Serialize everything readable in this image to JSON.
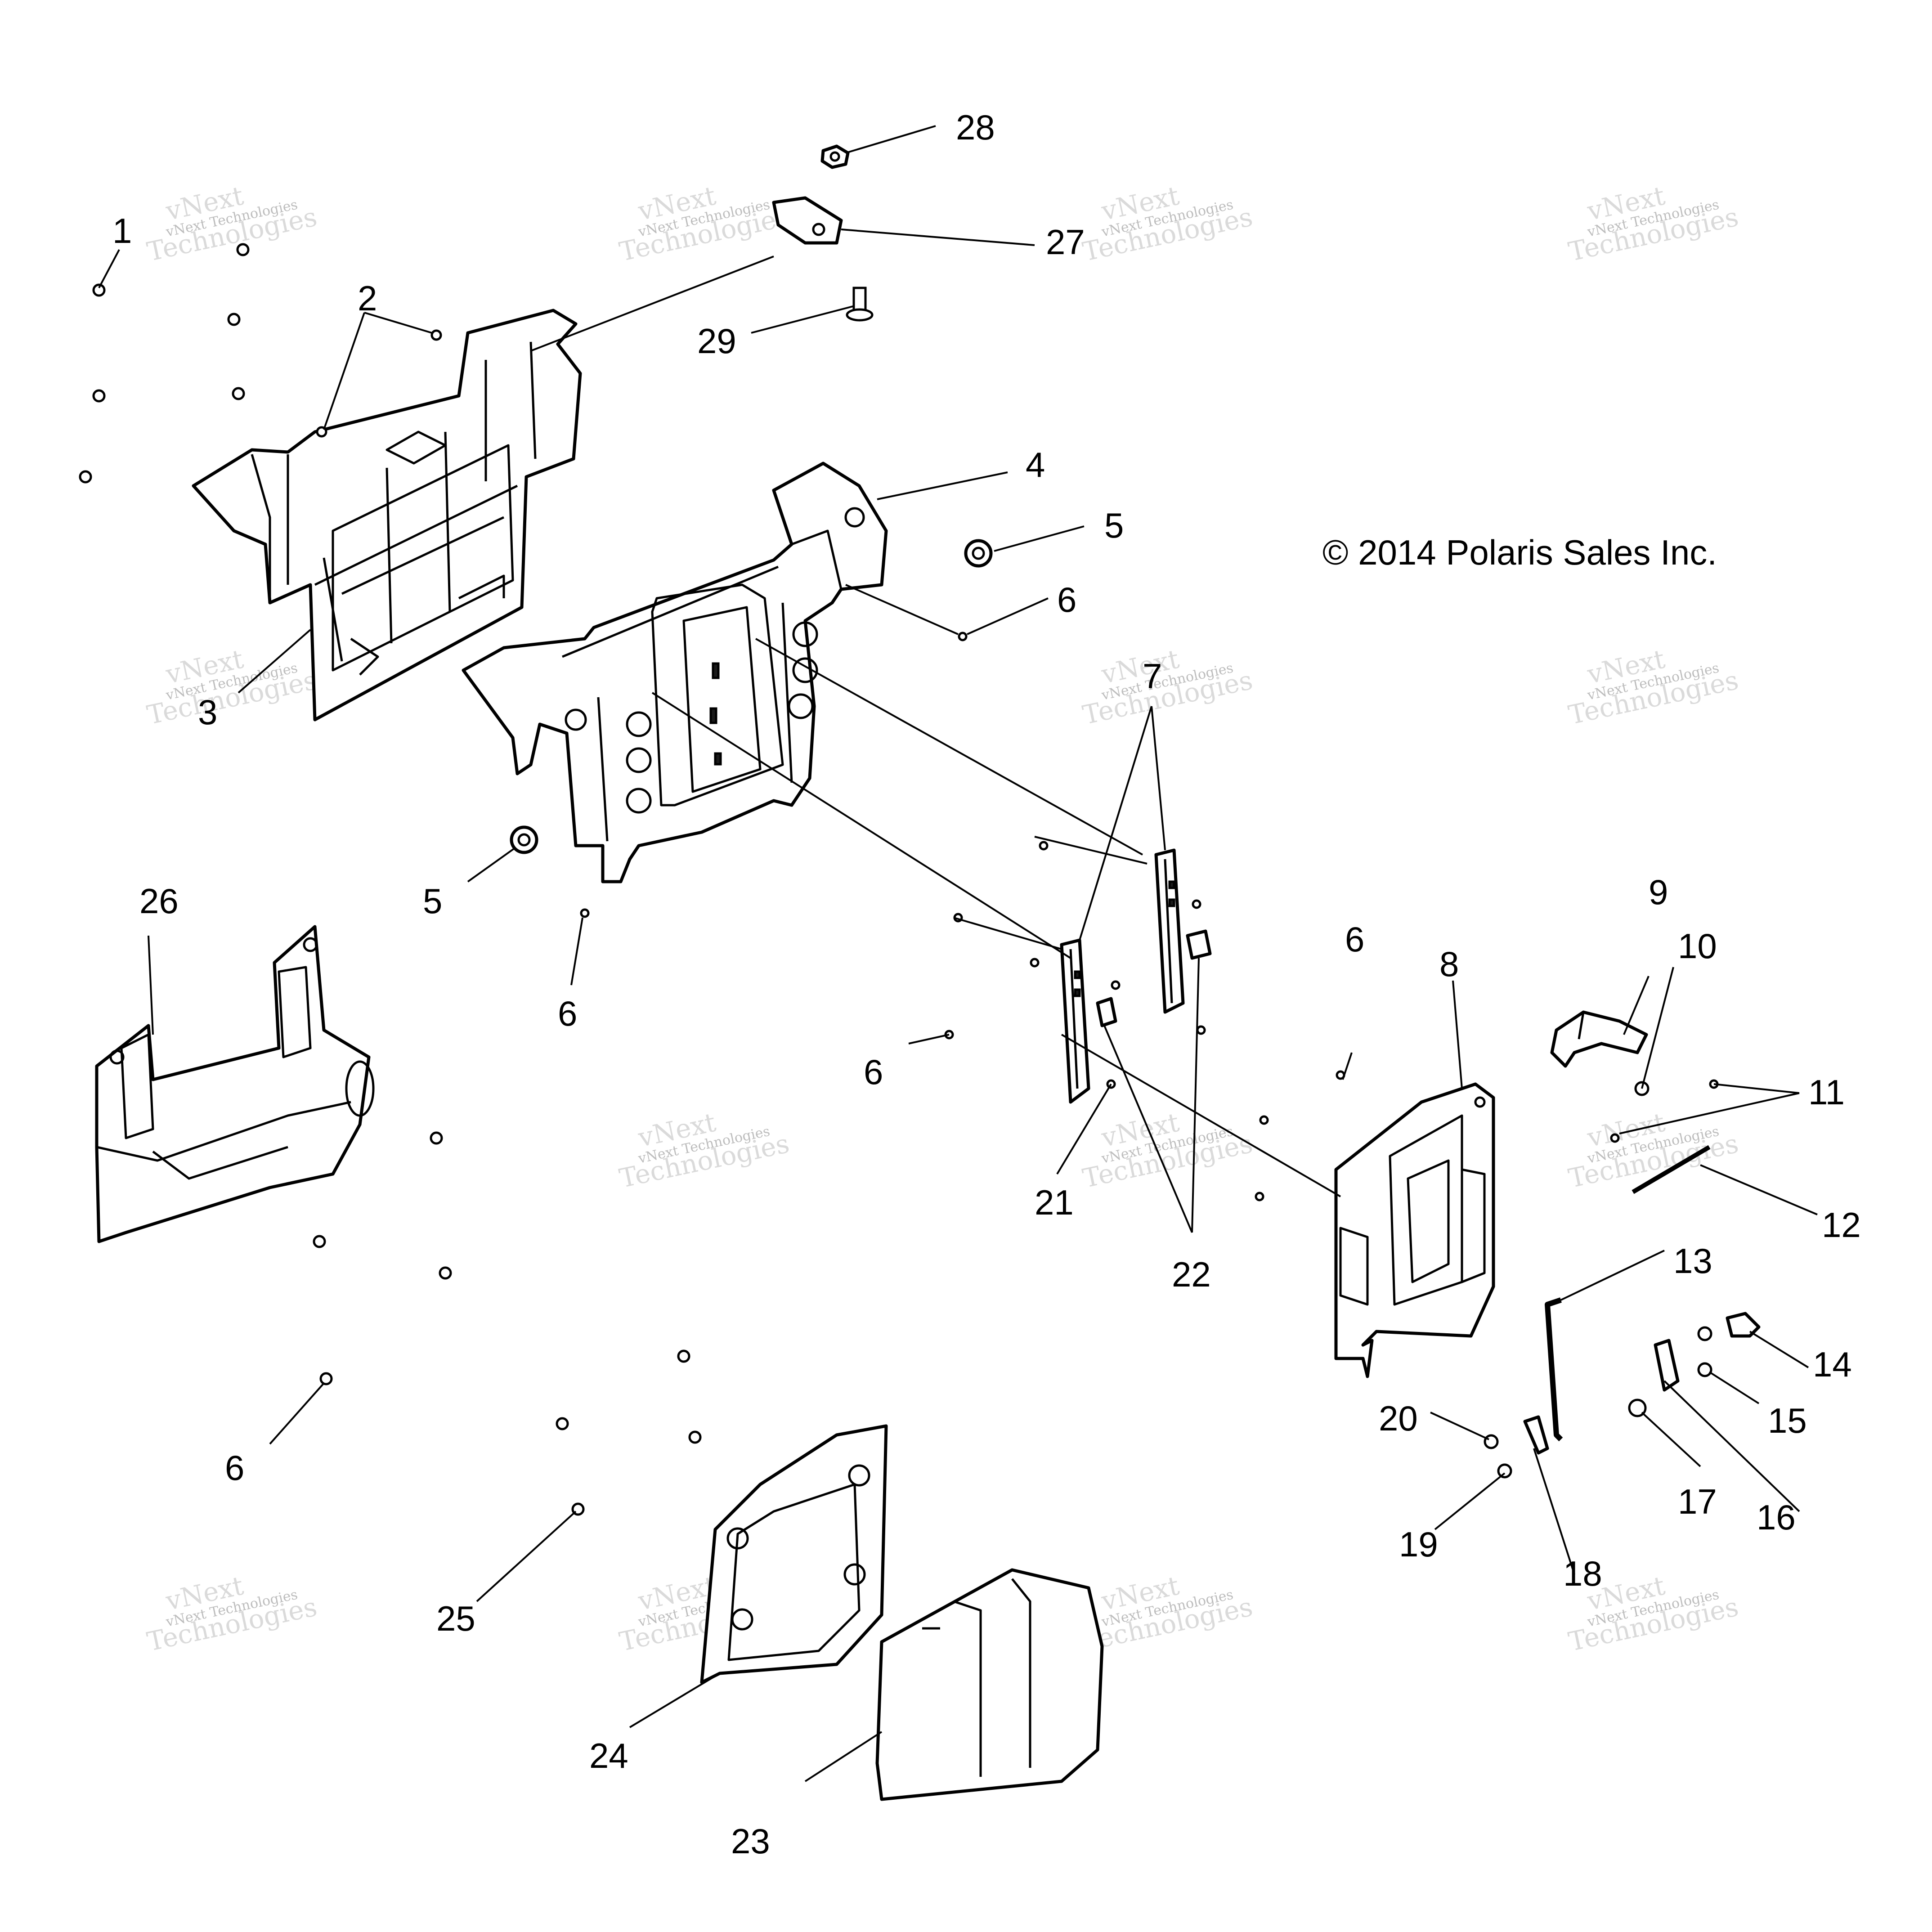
{
  "copyright": "© 2014 Polaris Sales Inc.",
  "watermark": {
    "line1": "vNext Technologies",
    "line2": "vNext",
    "line3": "Technologies"
  },
  "callouts": [
    {
      "id": "c1",
      "text": "1"
    },
    {
      "id": "c2",
      "text": "2"
    },
    {
      "id": "c3",
      "text": "3"
    },
    {
      "id": "c4",
      "text": "4"
    },
    {
      "id": "c5a",
      "text": "5"
    },
    {
      "id": "c5b",
      "text": "5"
    },
    {
      "id": "c6a",
      "text": "6"
    },
    {
      "id": "c6b",
      "text": "6"
    },
    {
      "id": "c6c",
      "text": "6"
    },
    {
      "id": "c6d",
      "text": "6"
    },
    {
      "id": "c6e",
      "text": "6"
    },
    {
      "id": "c7",
      "text": "7"
    },
    {
      "id": "c8",
      "text": "8"
    },
    {
      "id": "c9",
      "text": "9"
    },
    {
      "id": "c10",
      "text": "10"
    },
    {
      "id": "c11",
      "text": "11"
    },
    {
      "id": "c12",
      "text": "12"
    },
    {
      "id": "c13",
      "text": "13"
    },
    {
      "id": "c14",
      "text": "14"
    },
    {
      "id": "c15",
      "text": "15"
    },
    {
      "id": "c16",
      "text": "16"
    },
    {
      "id": "c17",
      "text": "17"
    },
    {
      "id": "c18",
      "text": "18"
    },
    {
      "id": "c19",
      "text": "19"
    },
    {
      "id": "c20",
      "text": "20"
    },
    {
      "id": "c21",
      "text": "21"
    },
    {
      "id": "c22",
      "text": "22"
    },
    {
      "id": "c23",
      "text": "23"
    },
    {
      "id": "c24",
      "text": "24"
    },
    {
      "id": "c25",
      "text": "25"
    },
    {
      "id": "c26",
      "text": "26"
    },
    {
      "id": "c27",
      "text": "27"
    },
    {
      "id": "c28",
      "text": "28"
    },
    {
      "id": "c29",
      "text": "29"
    }
  ]
}
